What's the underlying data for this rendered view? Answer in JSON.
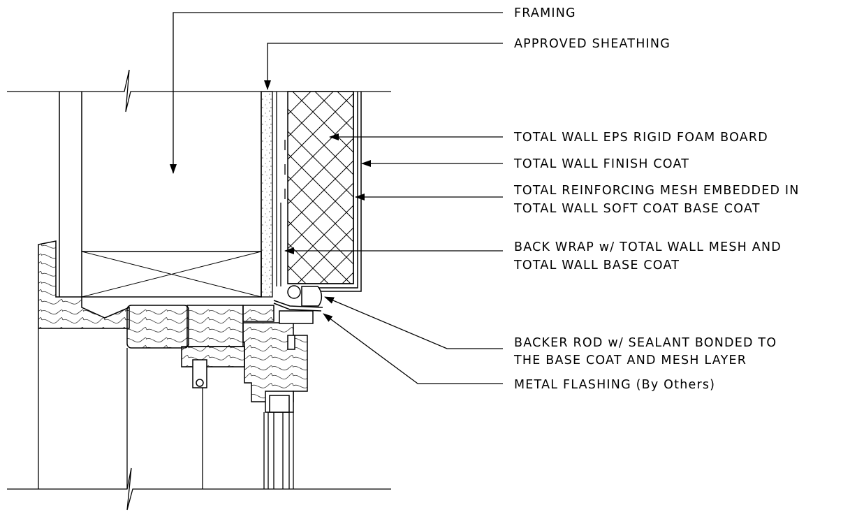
{
  "labels": {
    "framing": "FRAMING",
    "sheathing": "APPROVED SHEATHING",
    "eps": "TOTAL WALL EPS RIGID FOAM BOARD",
    "finish": "TOTAL WALL FINISH COAT",
    "mesh_1": "TOTAL REINFORCING MESH EMBEDDED IN",
    "mesh_2": "TOTAL WALL SOFT COAT BASE COAT",
    "backwrap_1": "BACK WRAP w/ TOTAL WALL MESH AND",
    "backwrap_2": "TOTAL WALL BASE COAT",
    "backer_1": "BACKER ROD w/ SEALANT BONDED TO",
    "backer_2": "THE BASE COAT AND MESH LAYER",
    "flashing": "METAL FLASHING (By Others)"
  }
}
